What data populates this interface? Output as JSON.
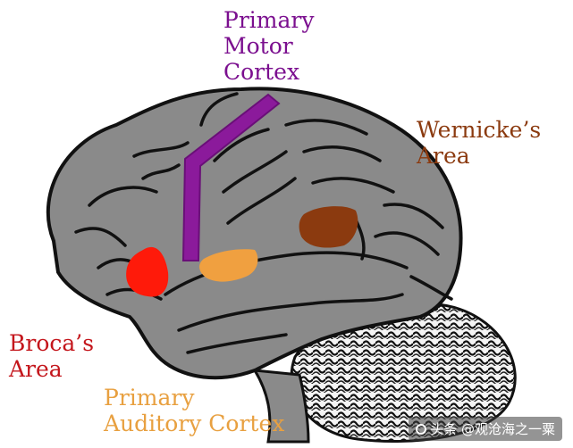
{
  "labels": {
    "motor": [
      "Primary",
      "Motor",
      "Cortex"
    ],
    "wernicke": [
      "Wernicke’s",
      "Area"
    ],
    "broca": [
      "Broca’s",
      "Area"
    ],
    "auditory": [
      "Primary",
      "Auditory Cortex"
    ]
  },
  "watermark": "头条 @观沧海之一粟",
  "colors": {
    "brain": "#8a8a8a",
    "sulci": "#111111",
    "motor": "#8b1a9b",
    "wernicke": "#8b3a0f",
    "broca": "#ff1a0a",
    "auditory": "#f0a040",
    "motor_label": "#7b0f8f",
    "wernicke_label": "#8b3a0f",
    "broca_label": "#c4161c",
    "auditory_label": "#e8a040"
  }
}
